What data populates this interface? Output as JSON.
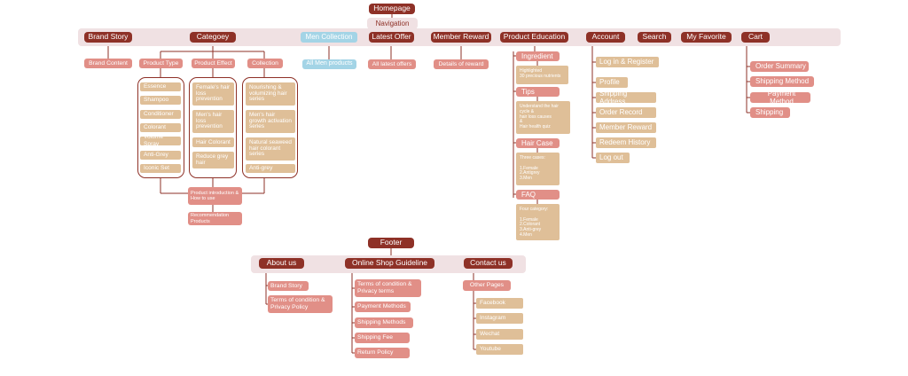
{
  "root": {
    "homepage": "Homepage",
    "navigation": "Navigation"
  },
  "nav": {
    "brand_story": {
      "label": "Brand Story",
      "children": [
        "Brand Content"
      ]
    },
    "category": {
      "label": "Categoey",
      "product_type": {
        "label": "Product Type",
        "items": [
          "Essence",
          "Shampoo",
          "Conditioner",
          "Colorant",
          "Volume Spray",
          "Anti-Grey",
          "Iconic Set"
        ]
      },
      "product_effect": {
        "label": "Product Effect",
        "items": [
          "Female's hair loss prevention",
          "Men's hair loss prevention",
          "Hair Colorant",
          "Reduce grey hair"
        ]
      },
      "collection": {
        "label": "Collection",
        "items": [
          "Nourishing & volumizing hair series",
          "Men's hair growth activation series",
          "Natural seaweed hair colorant series",
          "Anti-grey"
        ]
      },
      "bottom": [
        "Product introduction & How to use",
        "Recommendation Products"
      ]
    },
    "men_collection": {
      "label": "Men Collection",
      "children": [
        "All Men products"
      ]
    },
    "latest_offer": {
      "label": "Latest Offer",
      "children": [
        "All latest offers"
      ]
    },
    "member_reward": {
      "label": "Member Reward",
      "children": [
        "Details of reward"
      ]
    },
    "product_education": {
      "label": "Product Education",
      "sections": [
        {
          "label": "Ingredient",
          "detail": "Highlighted\n30 precious nutrients"
        },
        {
          "label": "Tips",
          "detail": "Understand the hair cycle &\nhair loss causes\n&\nHair health quiz"
        },
        {
          "label": "Hair Case",
          "detail": "Three cases:\n\n1.Female\n2.Antigrey\n3.Men"
        },
        {
          "label": "FAQ",
          "detail": "Four category:\n\n1.Female\n2.Colorant\n3.Anti-grey\n4.Men"
        }
      ]
    },
    "account": {
      "label": "Account",
      "children": [
        "Log in & Register",
        "Profile",
        "Shipping Address",
        "Order Record",
        "Member Reward",
        "Redeem History",
        "Log out"
      ]
    },
    "search": {
      "label": "Search"
    },
    "my_favorite": {
      "label": "My Favorite"
    },
    "cart": {
      "label": "Cart",
      "children": [
        "Order Summary",
        "Shipping Method",
        "Payment Method",
        "Shipping"
      ]
    }
  },
  "footer": {
    "label": "Footer",
    "about_us": {
      "label": "About us",
      "children": [
        "Brand Story",
        "Terms of condition & Privacy Policy"
      ]
    },
    "guideline": {
      "label": "Online Shop Guideline",
      "children": [
        "Terms of condition & Privacy terms",
        "Payment Methods",
        "Shipping Methods",
        "Shipping Fee",
        "Return Policy"
      ]
    },
    "contact_us": {
      "label": "Contact us",
      "other_pages": "Other Pages",
      "children": [
        "Facebook",
        "Instagram",
        "Wechat",
        "Youtube"
      ]
    }
  },
  "colors": {
    "dark": "#8e3127",
    "pink": "#e18f87",
    "tan": "#dfbf98",
    "blue": "#a3d4e6",
    "band": "#f0e1e3"
  }
}
